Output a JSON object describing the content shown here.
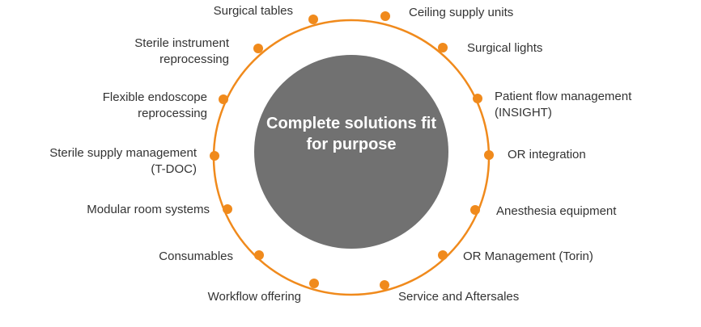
{
  "diagram": {
    "center_text": "Complete solutions fit for purpose",
    "colors": {
      "ring": "#f08a1c",
      "node": "#f08a1c",
      "center_fill": "#717171",
      "label_text": "#333333",
      "center_text": "#ffffff"
    },
    "nodes": [
      {
        "id": "n1",
        "lines": [
          "Ceiling supply units"
        ]
      },
      {
        "id": "n2",
        "lines": [
          "Surgical lights"
        ]
      },
      {
        "id": "n3",
        "lines": [
          "Patient flow management",
          "(INSIGHT)"
        ]
      },
      {
        "id": "n4",
        "lines": [
          "OR integration"
        ]
      },
      {
        "id": "n5",
        "lines": [
          "Anesthesia equipment"
        ]
      },
      {
        "id": "n6",
        "lines": [
          "OR Management (Torin)"
        ]
      },
      {
        "id": "n7",
        "lines": [
          "Service and Aftersales"
        ]
      },
      {
        "id": "n8",
        "lines": [
          "Workflow offering"
        ]
      },
      {
        "id": "n9",
        "lines": [
          "Consumables"
        ]
      },
      {
        "id": "n10",
        "lines": [
          "Modular room systems"
        ]
      },
      {
        "id": "n11",
        "lines": [
          "Sterile supply management",
          "(T-DOC)"
        ]
      },
      {
        "id": "n12",
        "lines": [
          "Flexible endoscope",
          "reprocessing"
        ]
      },
      {
        "id": "n13",
        "lines": [
          "Sterile instrument",
          "reprocessing"
        ]
      },
      {
        "id": "n14",
        "lines": [
          "Surgical tables"
        ]
      }
    ]
  }
}
